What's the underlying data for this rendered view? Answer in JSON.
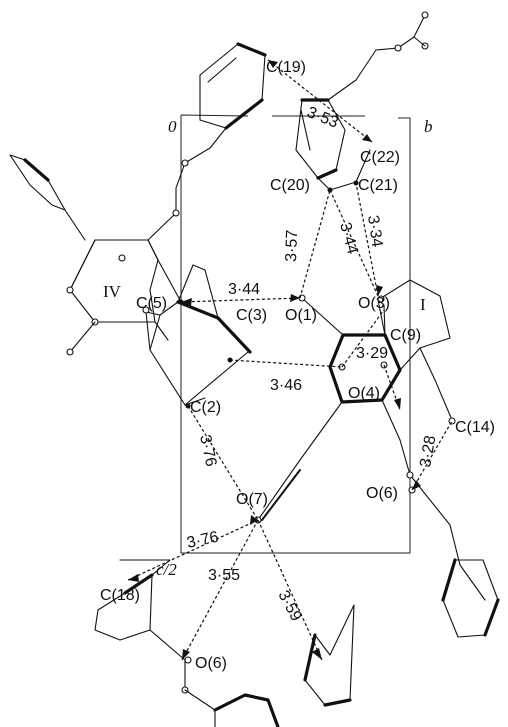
{
  "axes": {
    "origin": "0",
    "b": "b",
    "c_half": "c/2"
  },
  "molecules": {
    "m1": "I",
    "m4": "IV"
  },
  "atoms": {
    "c19": "C(19)",
    "c22": "C(22)",
    "c20": "C(20)",
    "c21": "C(21)",
    "c5": "C(5)",
    "c3": "C(3)",
    "c2": "C(2)",
    "c9": "C(9)",
    "c14": "C(14)",
    "c18": "C(18)",
    "o1": "O(1)",
    "o3": "O(3)",
    "o4": "O(4)",
    "o6a": "O(6)",
    "o6b": "O(6)",
    "o7": "O(7)"
  },
  "contacts": {
    "c19_c22": "3·53",
    "o1_c20": "3·57",
    "o3_c20": "3·44",
    "o3_c21": "3·34",
    "c5_o1": "3·44",
    "c3_o4": "3·46",
    "o4_c9": "3·29",
    "c14_o6": "3·28",
    "c2_o7": "3·76",
    "o7_c18": "3·76",
    "o7_o6": "3·55",
    "o7_ring": "3·59"
  }
}
